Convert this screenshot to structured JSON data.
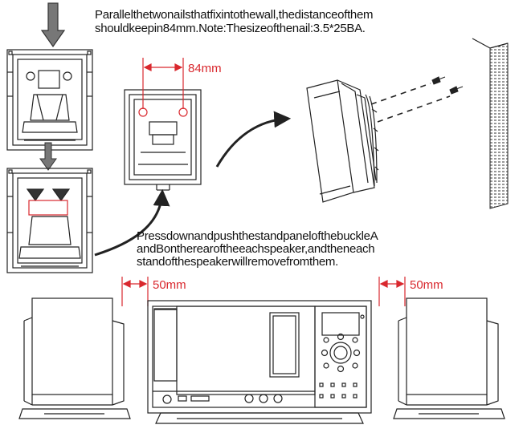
{
  "instructions": {
    "wall_mount": [
      "Parallelthetwonailsthatfixintothewall,thedistanceofthem",
      "shouldkeepin84mm.Note:Thesizeofthenail:3.5*25BA."
    ],
    "stand_removal": [
      "PressdownandpushthestandpanelofthebuckleA",
      "andBontherearoftheeachspeaker,andtheneach",
      "standofthespeakerwillremovefromthem."
    ]
  },
  "dimensions": {
    "nail_spacing": "84mm",
    "left_clearance": "50mm",
    "right_clearance": "50mm"
  },
  "colors": {
    "line": "#111111",
    "dimension": "#d9282e",
    "arrow_fill": "#777777"
  }
}
